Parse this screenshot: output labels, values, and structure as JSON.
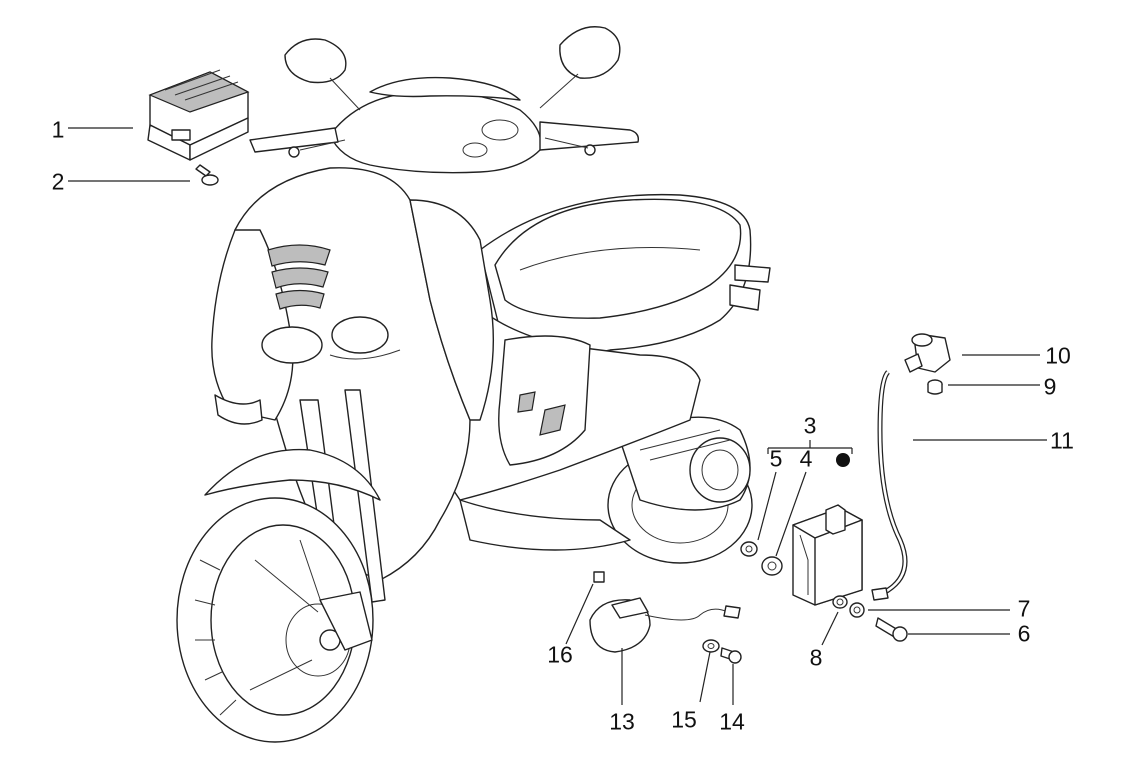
{
  "callouts": [
    {
      "id": "c1",
      "text": "1"
    },
    {
      "id": "c2",
      "text": "2"
    },
    {
      "id": "c3",
      "text": "3"
    },
    {
      "id": "c4",
      "text": "4"
    },
    {
      "id": "c5",
      "text": "5"
    },
    {
      "id": "c6",
      "text": "6"
    },
    {
      "id": "c7",
      "text": "7"
    },
    {
      "id": "c8",
      "text": "8"
    },
    {
      "id": "c9",
      "text": "9"
    },
    {
      "id": "c10",
      "text": "10"
    },
    {
      "id": "c11",
      "text": "11"
    },
    {
      "id": "c13",
      "text": "13"
    },
    {
      "id": "c14",
      "text": "14"
    },
    {
      "id": "c15",
      "text": "15"
    },
    {
      "id": "c16",
      "text": "16"
    }
  ]
}
